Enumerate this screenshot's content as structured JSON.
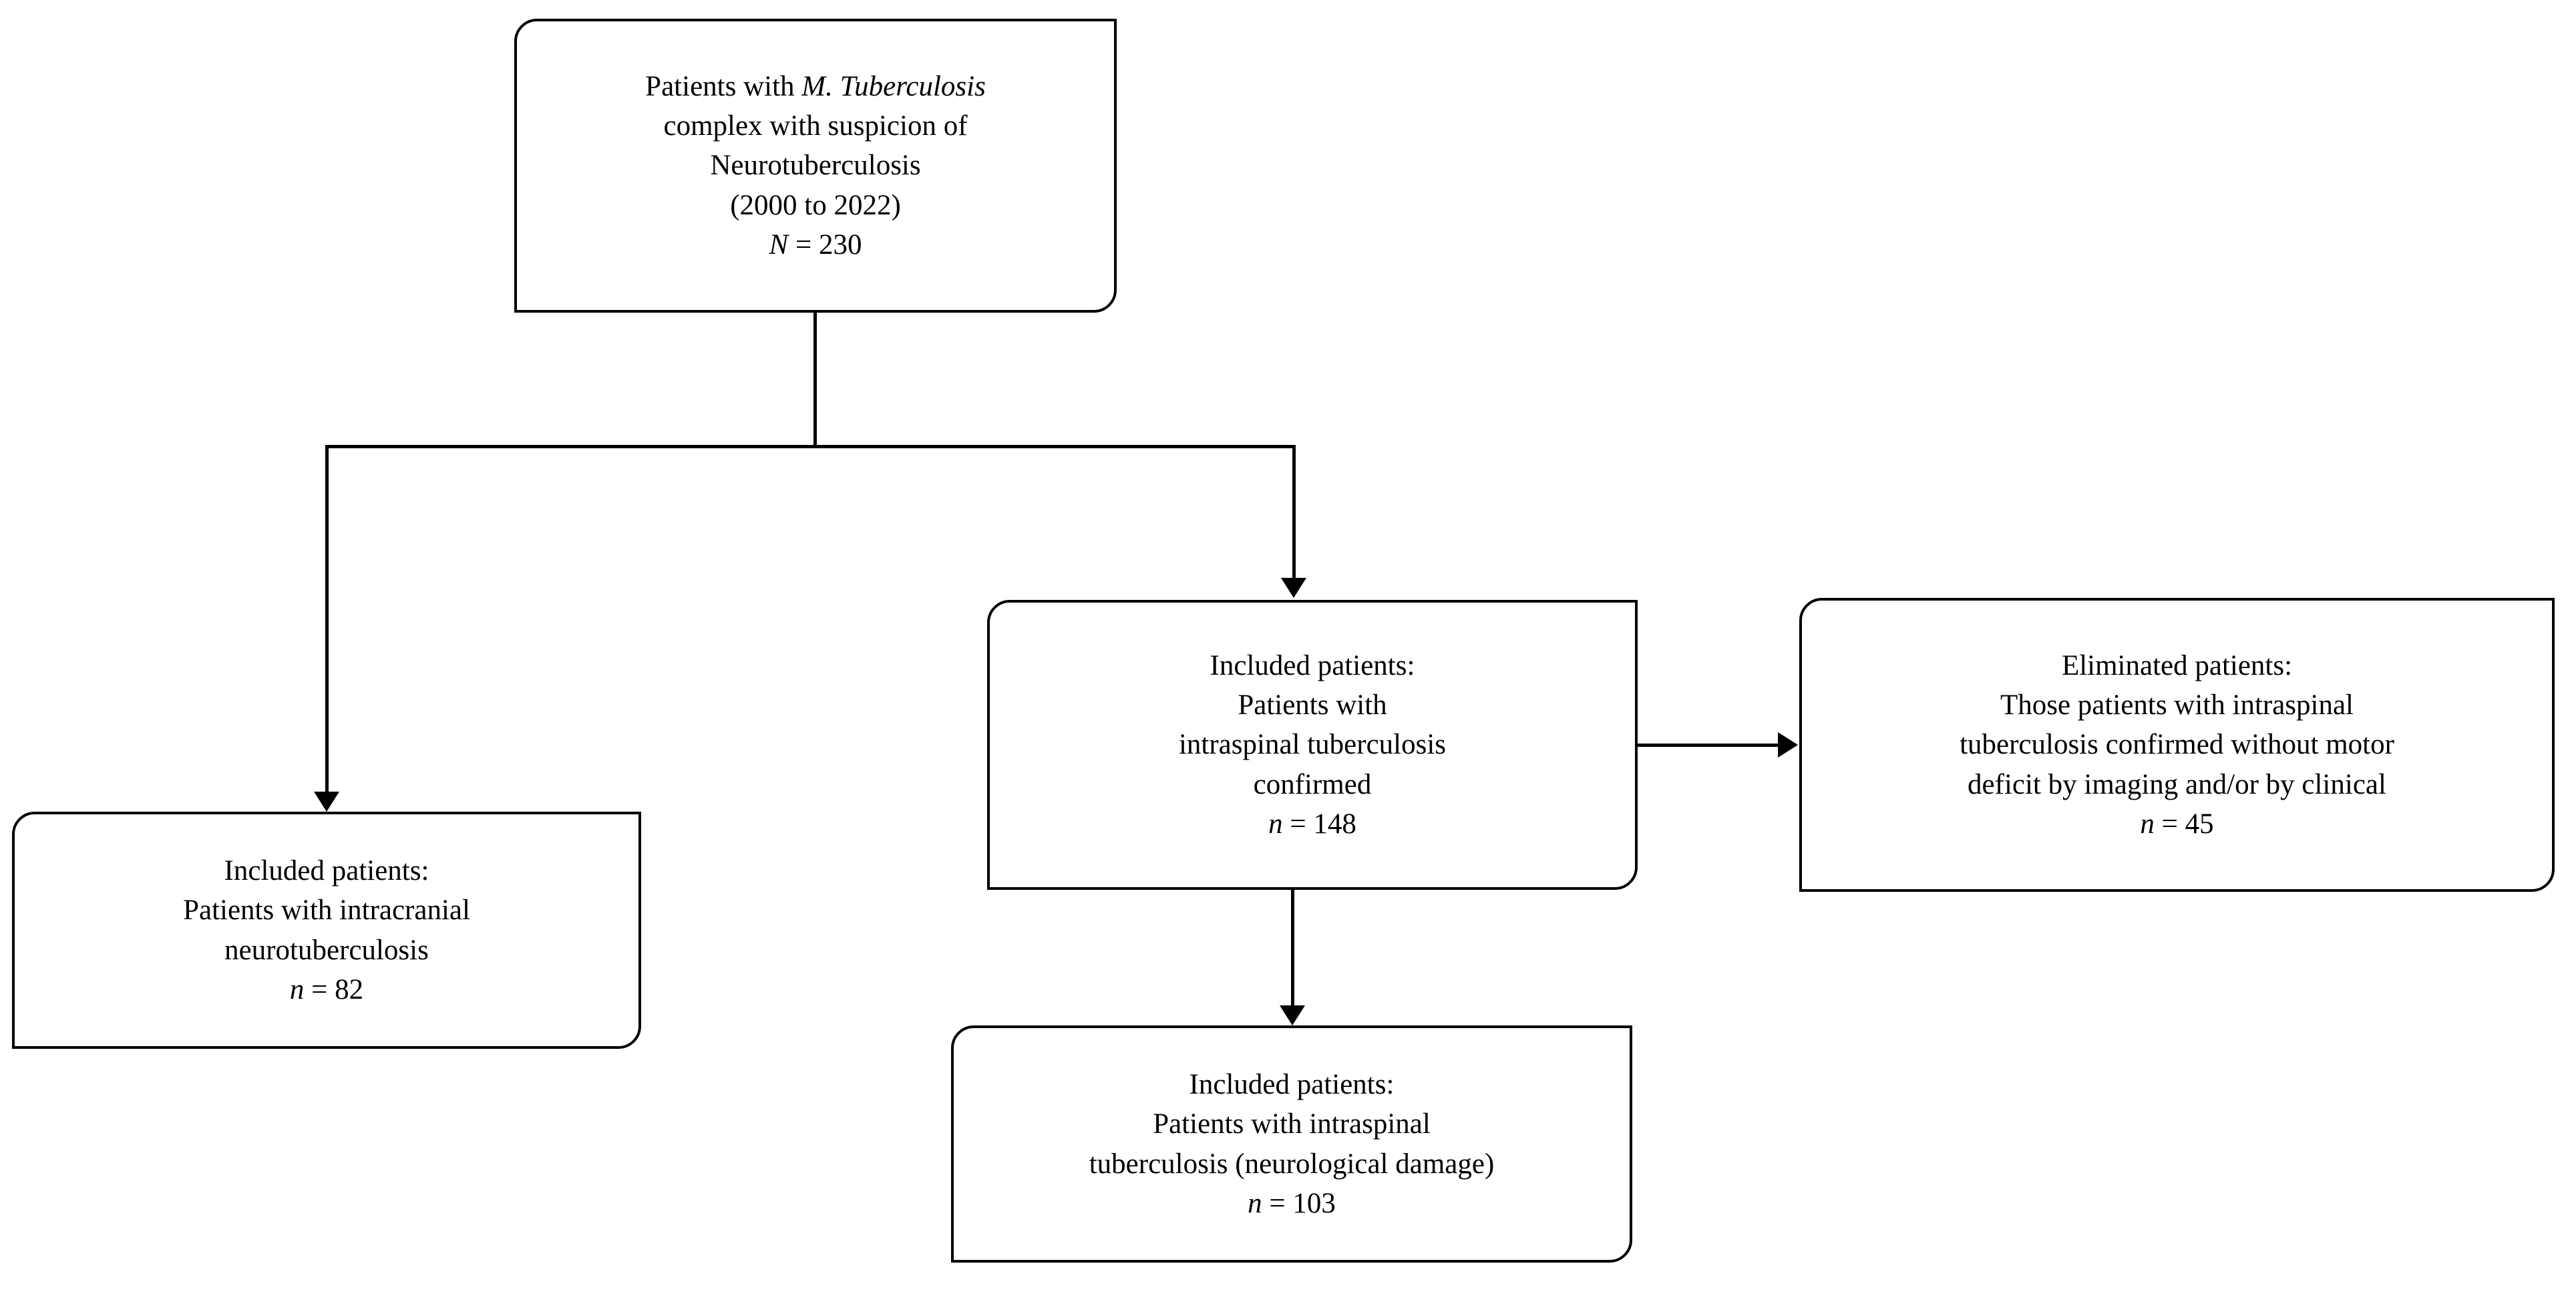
{
  "diagram": {
    "type": "patient-flow-flowchart",
    "title": "Patient selection flow for neurotuberculosis study",
    "background_color": "#ffffff",
    "line_color": "#000000",
    "text_color": "#000000",
    "nodes": {
      "source": {
        "id": "source-cohort",
        "lines": [
          "Patients with M. Tuberculosis",
          "complex with suspicion of",
          "Neurotuberculosis",
          "(2000 to 2022)"
        ],
        "line1_plain": "Patients with ",
        "line1_italic": "M. Tuberculosis",
        "line2": "complex with suspicion of",
        "line3": "Neurotuberculosis",
        "line4": "(2000 to 2022)",
        "count_symbol": "N",
        "count_equals": " = 230",
        "count_value": 230,
        "count_text": "N = 230"
      },
      "intracranial": {
        "id": "included-intracranial",
        "line1": "Included patients:",
        "line2": "Patients with intracranial",
        "line3": "neurotuberculosis",
        "count_symbol": "n",
        "count_equals": " = 82",
        "count_value": 82,
        "count_text": "n = 82"
      },
      "intraspinal_confirmed": {
        "id": "included-intraspinal-confirmed",
        "line1": "Included patients:",
        "line2": "Patients with",
        "line3": "intraspinal tuberculosis",
        "line4": "confirmed",
        "count_symbol": "n",
        "count_equals": " = 148",
        "count_value": 148,
        "count_text": "n = 148"
      },
      "eliminated": {
        "id": "eliminated-no-motor-deficit",
        "line1": "Eliminated patients:",
        "line2": "Those patients with intraspinal",
        "line3": "tuberculosis confirmed without motor",
        "line4": "deficit by imaging and/or by clinical",
        "count_symbol": "n",
        "count_equals": " = 45",
        "count_value": 45,
        "count_text": "n = 45"
      },
      "neurological_damage": {
        "id": "included-intraspinal-neuro-damage",
        "line1": "Included patients:",
        "line2": "Patients with intraspinal",
        "line3": "tuberculosis (neurological damage)",
        "count_symbol": "n",
        "count_equals": " = 103",
        "count_value": 103,
        "count_text": "n = 103"
      }
    },
    "edges": [
      {
        "from": "source-cohort",
        "to": "branch-junction",
        "style": "plain-line"
      },
      {
        "from": "branch-junction",
        "to": "included-intracranial",
        "style": "arrow-down"
      },
      {
        "from": "branch-junction",
        "to": "included-intraspinal-confirmed",
        "style": "arrow-down"
      },
      {
        "from": "included-intraspinal-confirmed",
        "to": "eliminated-no-motor-deficit",
        "style": "arrow-right"
      },
      {
        "from": "included-intraspinal-confirmed",
        "to": "included-intraspinal-neuro-damage",
        "style": "arrow-down"
      }
    ]
  }
}
